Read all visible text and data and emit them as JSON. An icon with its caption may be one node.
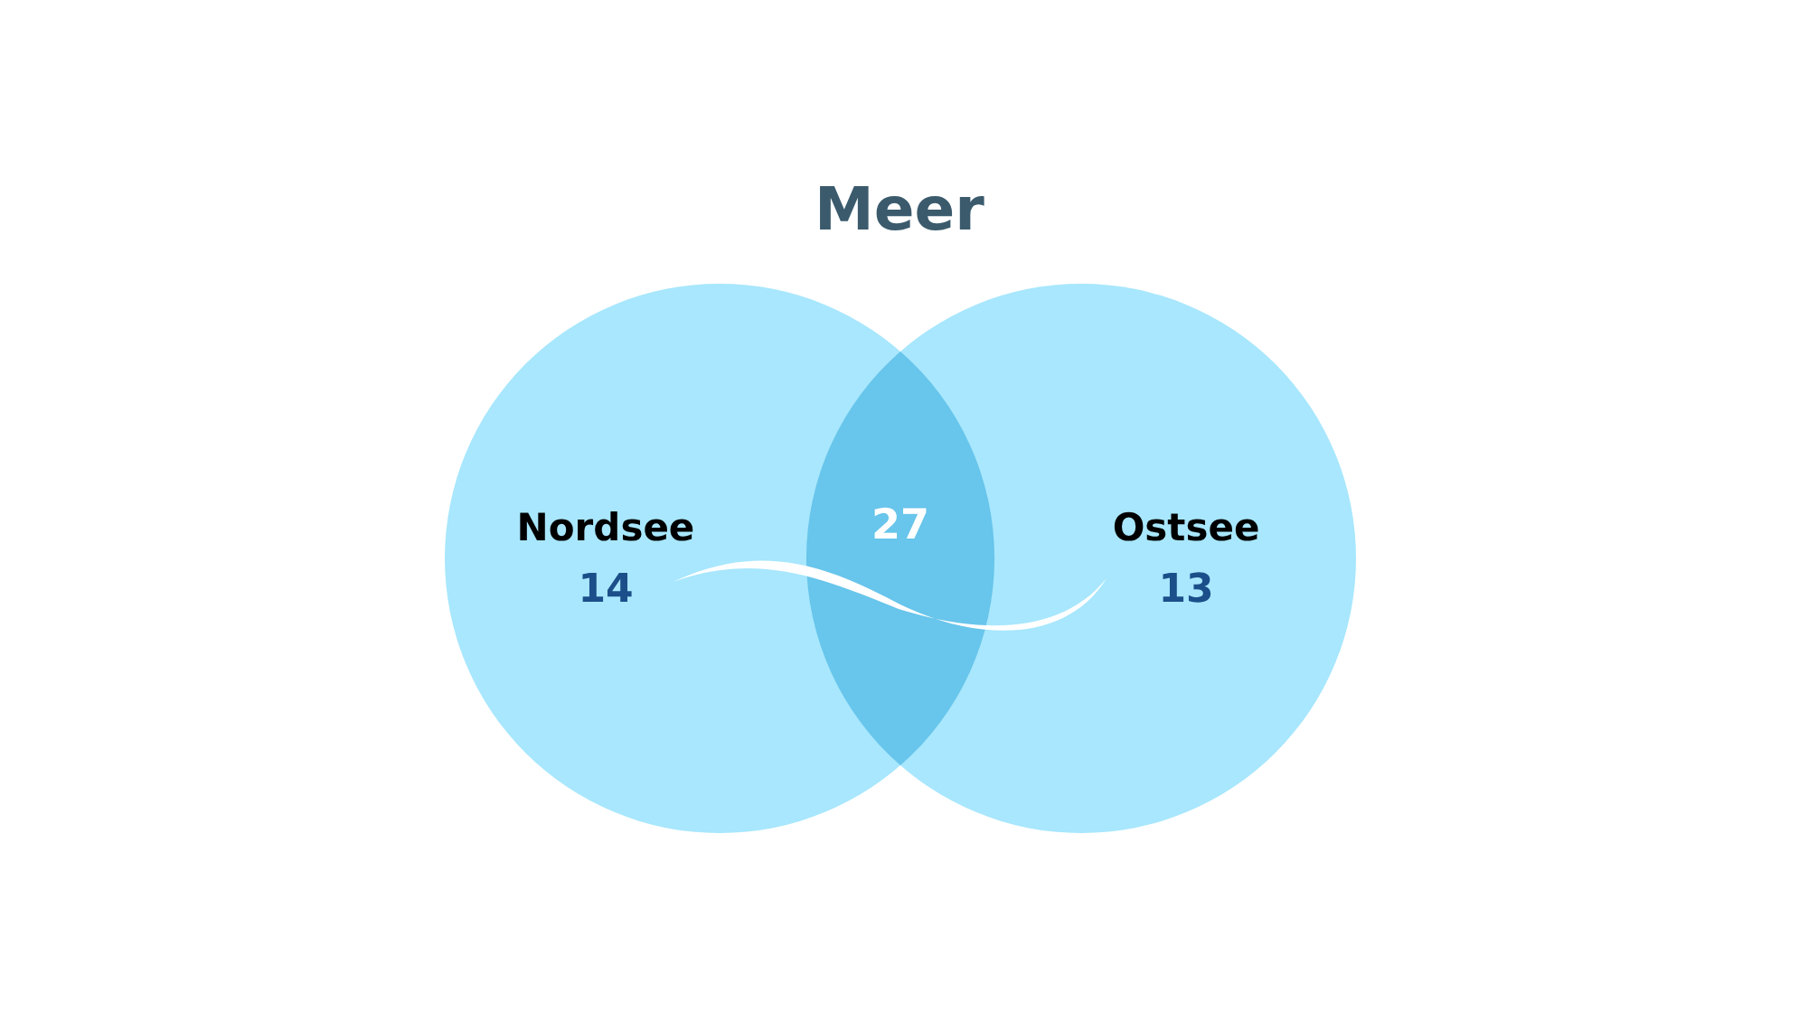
{
  "diagram": {
    "title": "Meer",
    "nodes": [
      {
        "text": [
          "Nordsee",
          "14"
        ]
      },
      {
        "text": [
          "Ostsee",
          "13"
        ]
      },
      {
        "text": [
          "27"
        ]
      }
    ]
  }
}
